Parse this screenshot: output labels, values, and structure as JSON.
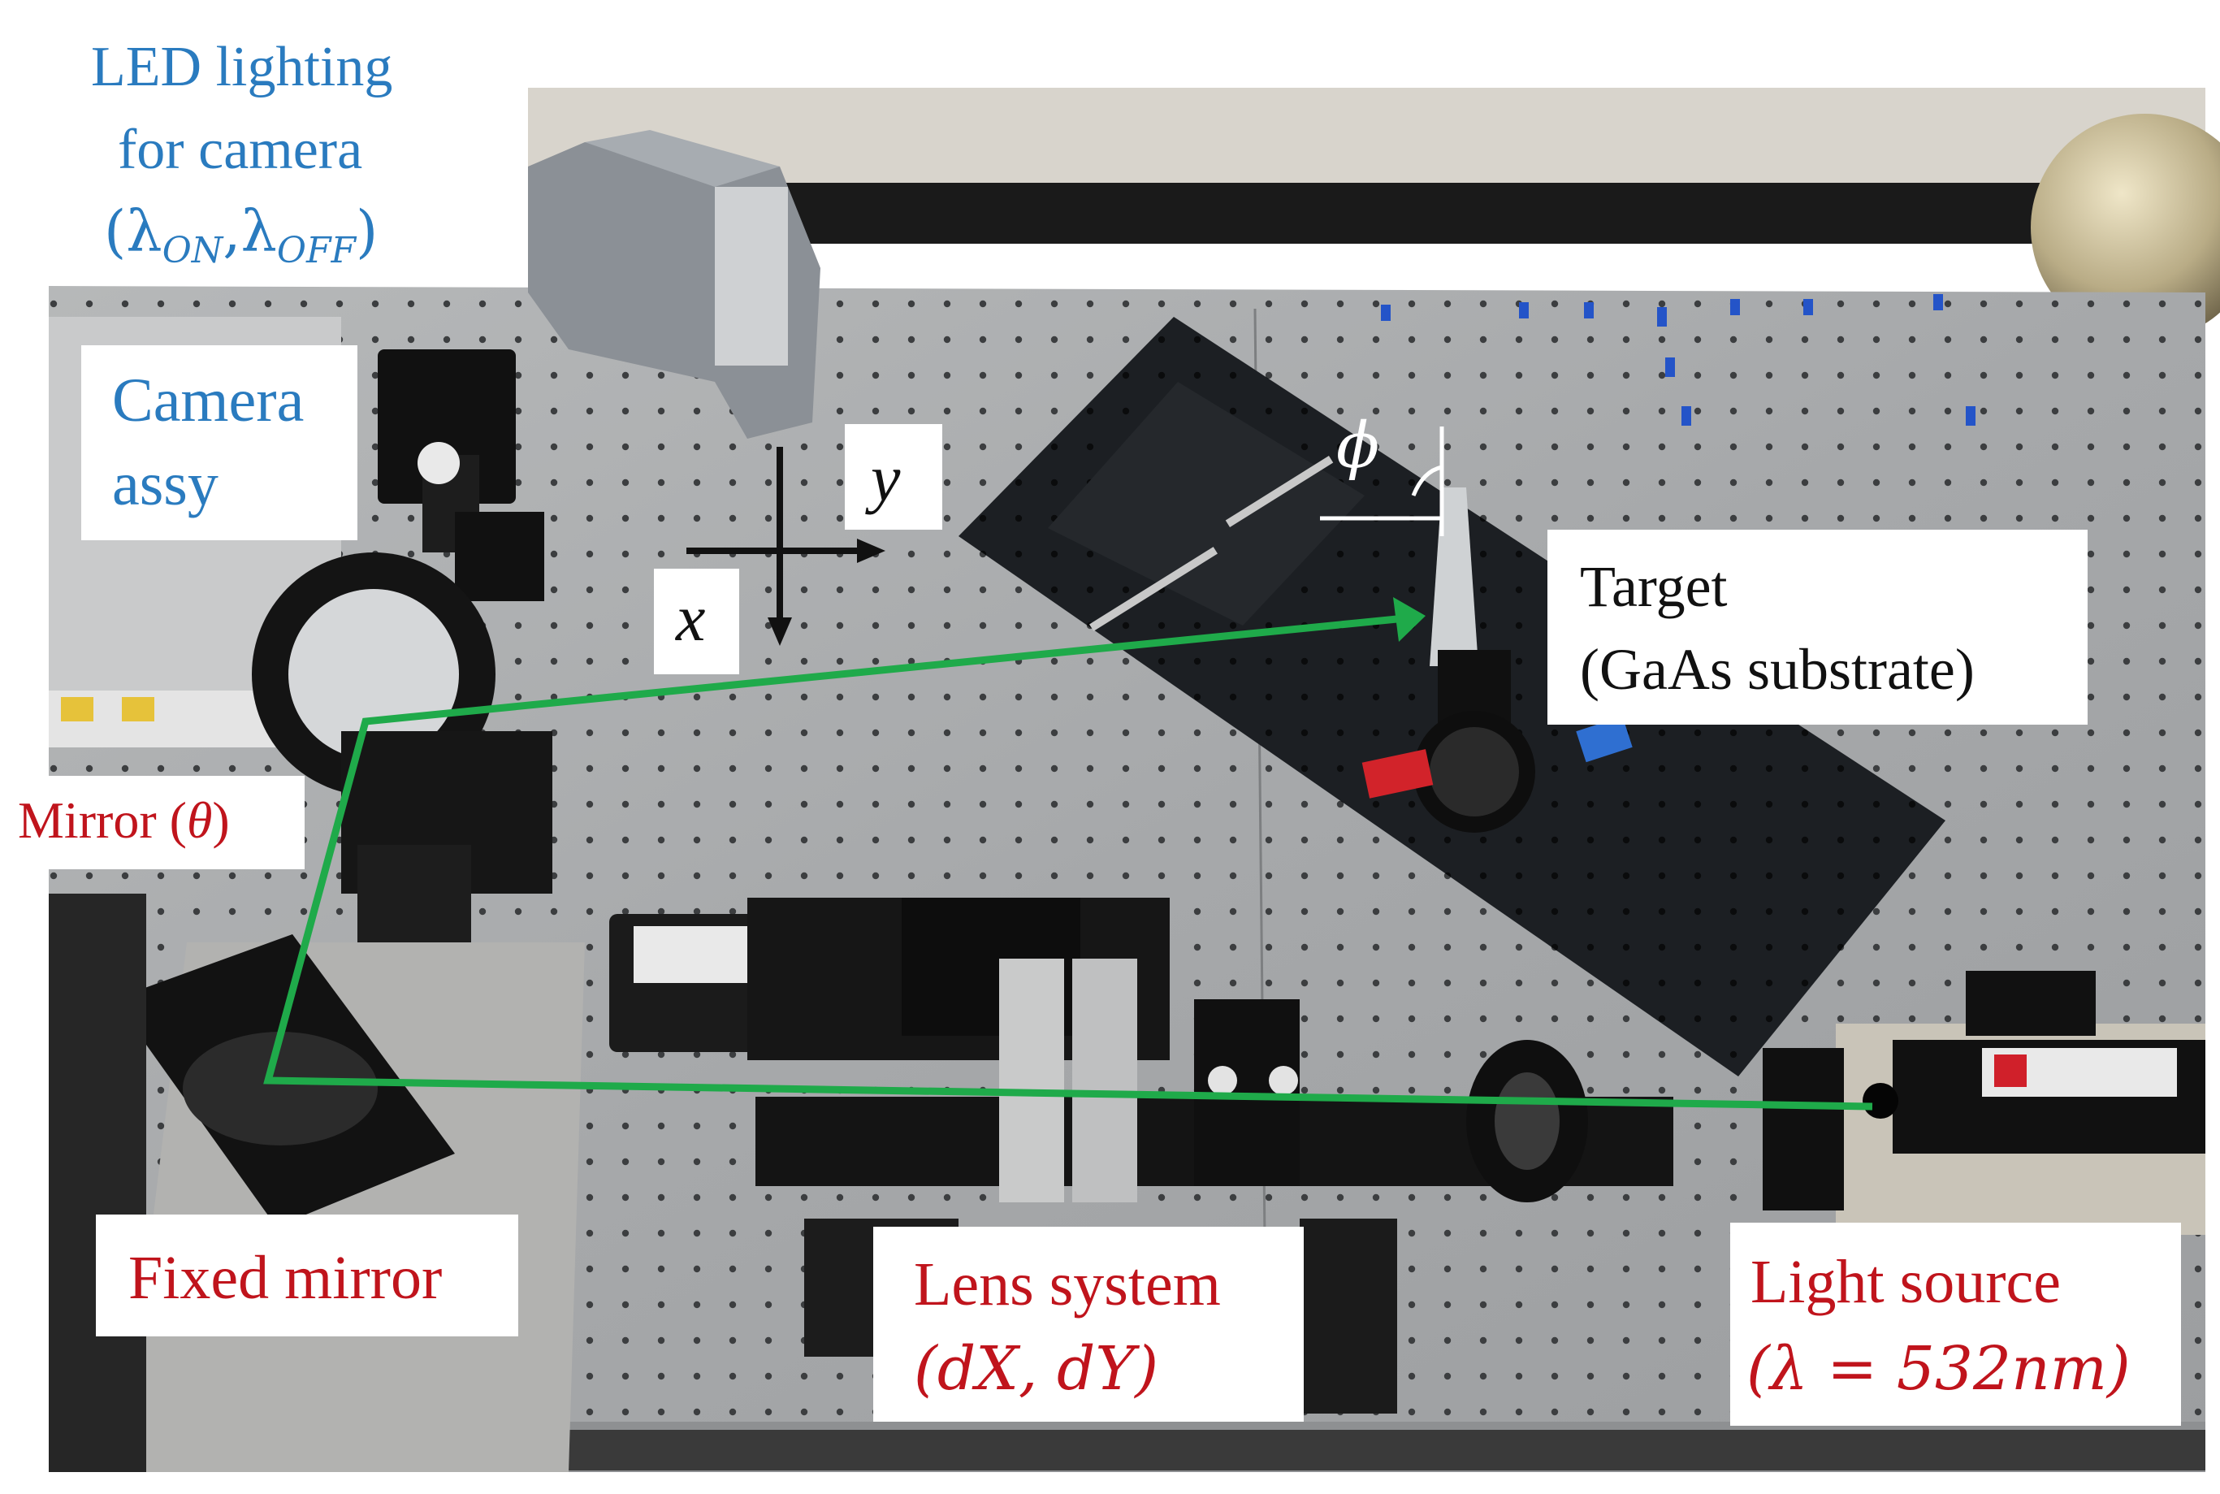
{
  "labels": {
    "led": {
      "line1": "LED lighting",
      "line2": "for   camera",
      "line3": "(λ",
      "on": "ON",
      "comma": ",λ",
      "off": "OFF",
      "close": ")"
    },
    "camera": {
      "line1": "Camera",
      "line2": "assy"
    },
    "mirror": {
      "text": "Mirror (",
      "theta": "θ",
      "close": ")"
    },
    "fixed_mirror": {
      "text": "Fixed mirror"
    },
    "lens": {
      "line1": "Lens system",
      "line2": "(dX, dY)"
    },
    "light_source": {
      "line1": "Light source",
      "line2": "(λ = 532nm)"
    },
    "target": {
      "line1": "Target",
      "line2": "(GaAs substrate)"
    },
    "axis_x": "x",
    "axis_y": "y",
    "angle_phi": "ϕ"
  },
  "colors": {
    "beam": "#1faa4a",
    "label_blue": "#2a7bbf",
    "label_red": "#c0141c",
    "table": "#a9abac",
    "stage": "#1c1f23"
  }
}
